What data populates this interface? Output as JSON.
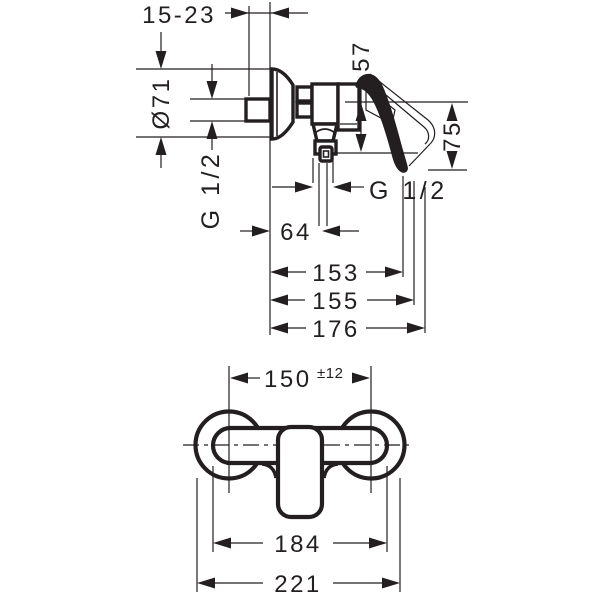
{
  "drawing": {
    "type": "faucet installation technical drawing",
    "views": {
      "side_view_name": "side view with mounting dimensions",
      "front_view_name": "front view with width dimensions"
    },
    "colors": {
      "line": "#231f20",
      "background": "#ffffff"
    }
  },
  "dimensions": {
    "side_view": {
      "wall_depth_range": "15-23",
      "escutcheon_diameter": "Ø71",
      "supply_thread": "G 1/2",
      "outlet_drop": "57",
      "handle_drop": "75",
      "outlet_thread": "G 1/2",
      "outlet_offset": "64",
      "depth_to_outlet": "153",
      "depth_to_handle": "155",
      "depth_total": "176"
    },
    "front_view": {
      "center_distance": "150",
      "center_distance_tolerance": "±12",
      "body_width": "184",
      "overall_width": "221"
    }
  }
}
